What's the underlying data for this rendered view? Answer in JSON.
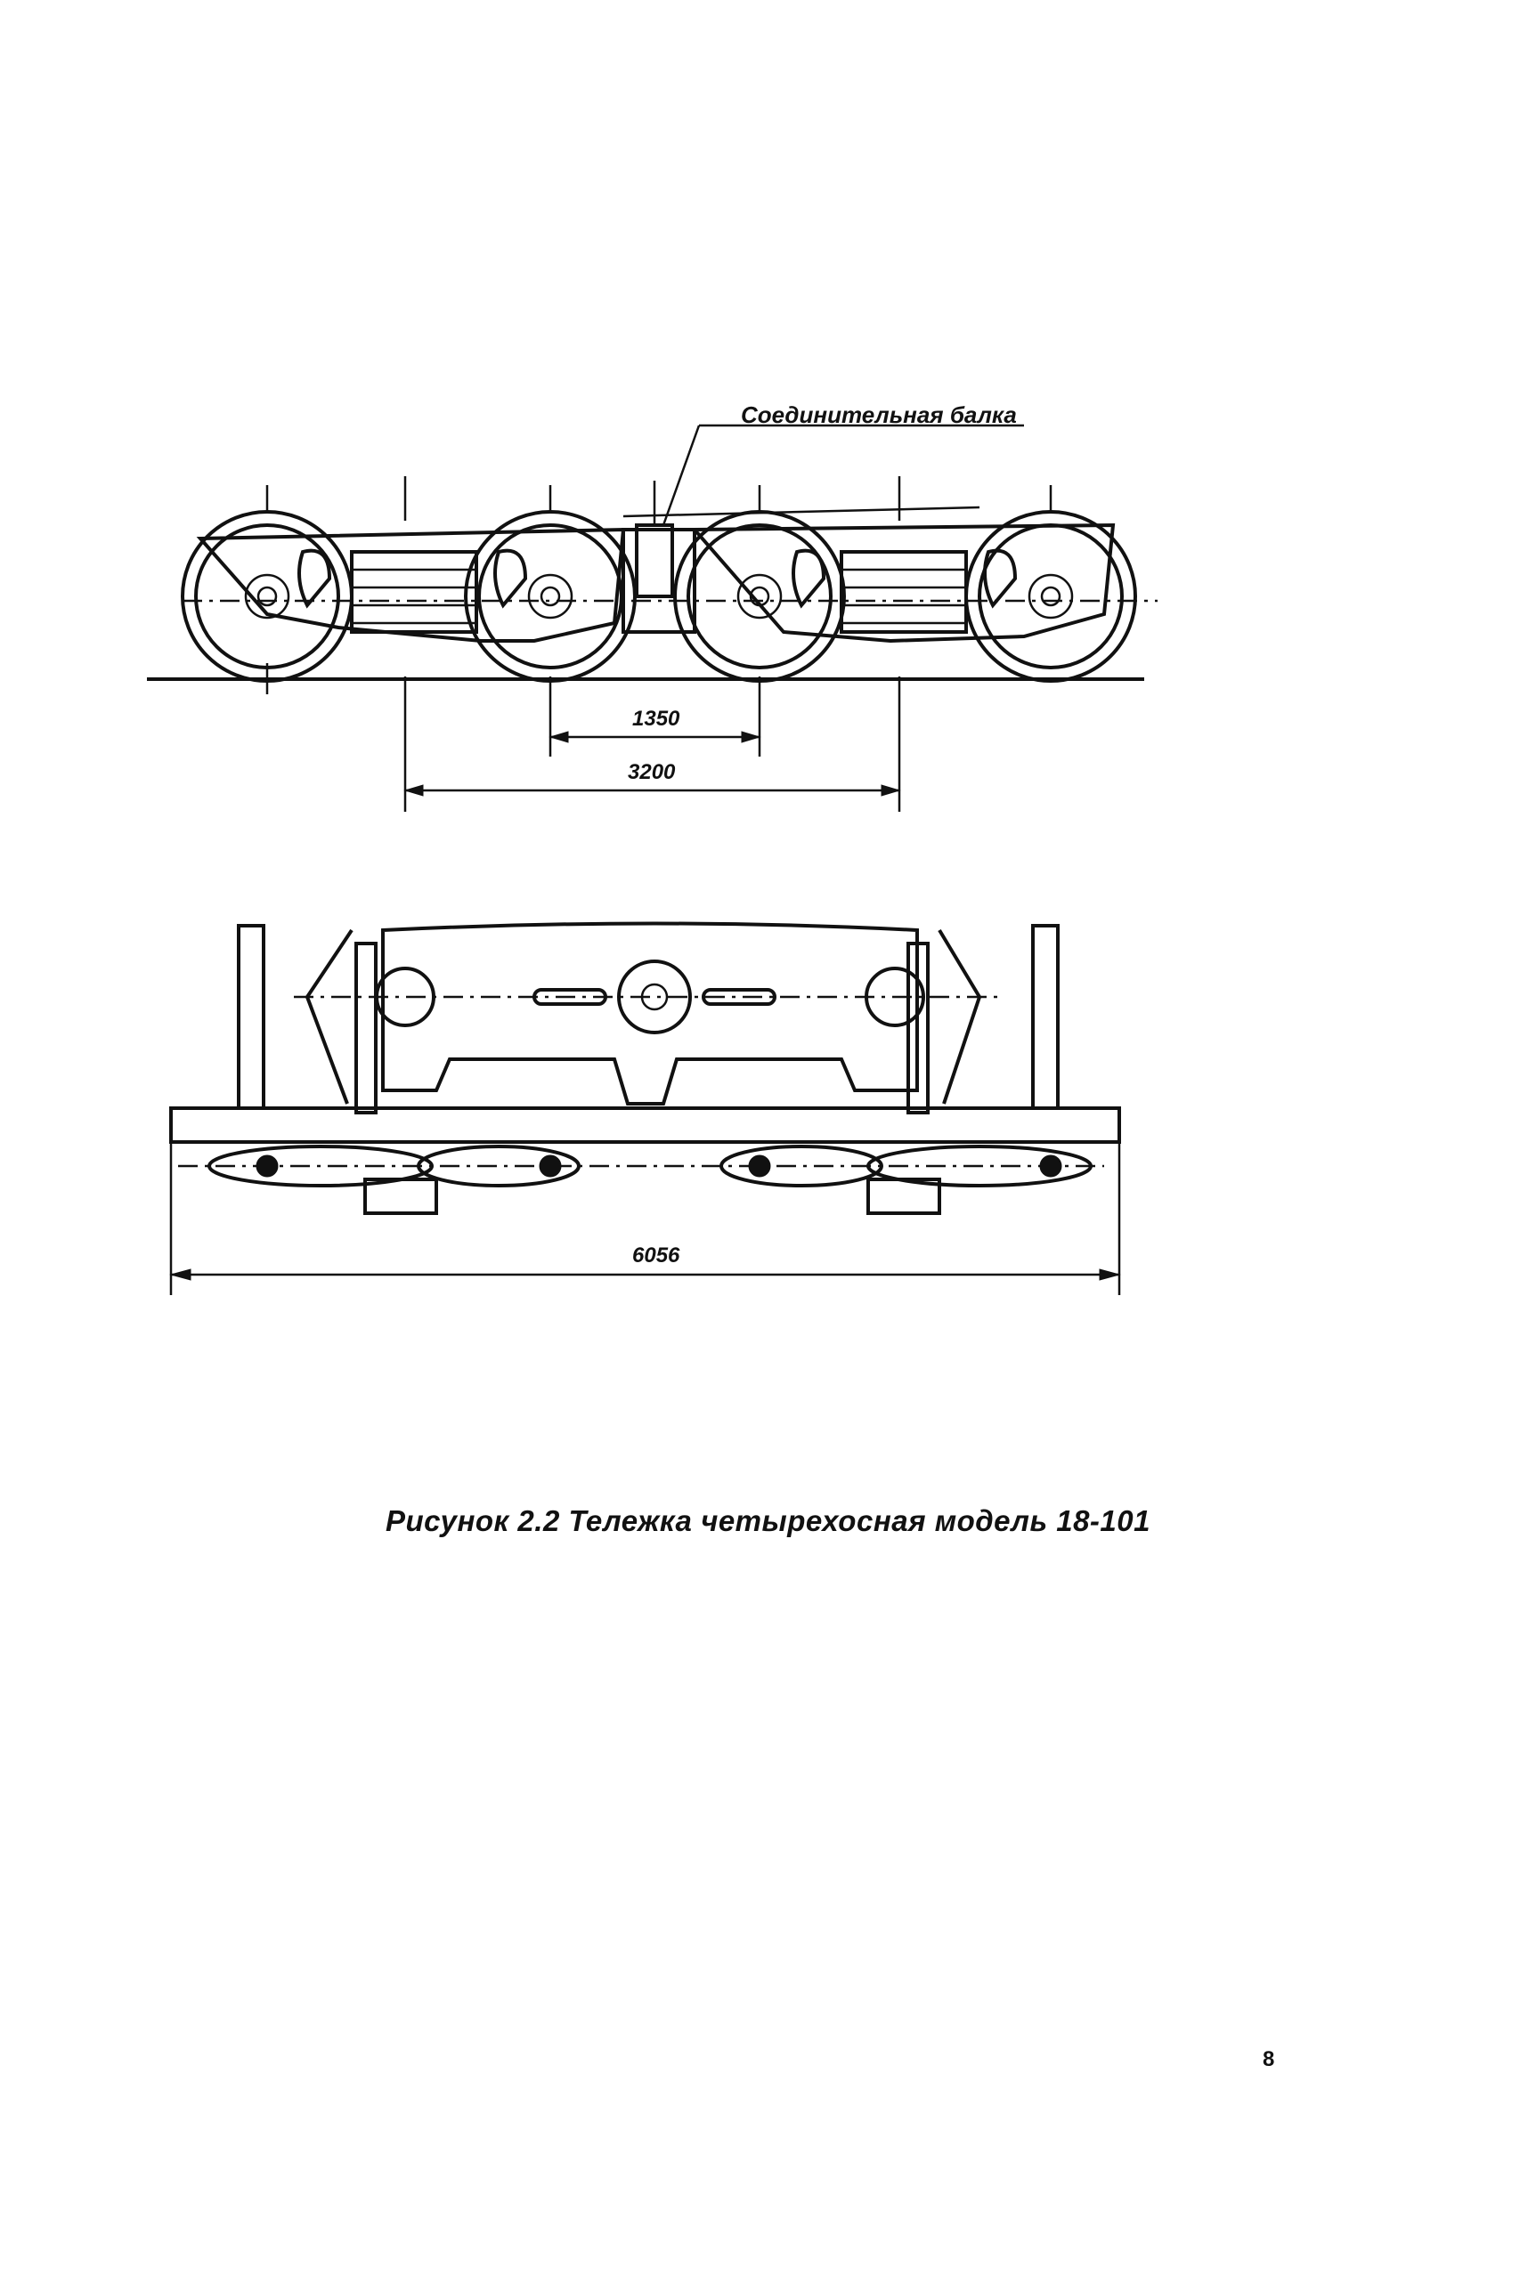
{
  "figure": {
    "side_view": {
      "callout_label": "Соединительная балка",
      "dim_axle": "1350",
      "dim_bogie": "3200"
    },
    "plan_view": {
      "dim_overall": "6056"
    },
    "caption": "Рисунок 2.2 Тележка четырехосная модель 18-101"
  },
  "page_number": "8"
}
